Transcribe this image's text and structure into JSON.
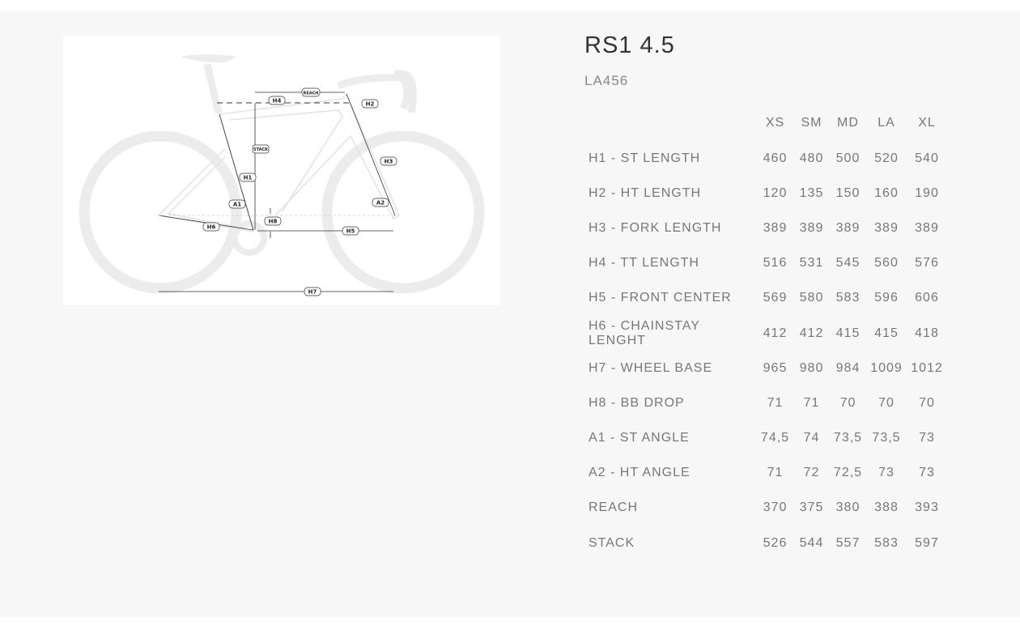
{
  "product": {
    "title": "RS1 4.5",
    "code": "LA456"
  },
  "diagram": {
    "labels": [
      "REACH",
      "H4",
      "H2",
      "STACK",
      "H1",
      "H3",
      "A1",
      "A2",
      "H8",
      "H6",
      "H5",
      "H7"
    ]
  },
  "geometry": {
    "sizes": [
      "XS",
      "SM",
      "MD",
      "LA",
      "XL"
    ],
    "rows": [
      {
        "label": "H1 - ST LENGTH",
        "values": [
          "460",
          "480",
          "500",
          "520",
          "540"
        ]
      },
      {
        "label": "H2 - HT LENGTH",
        "values": [
          "120",
          "135",
          "150",
          "160",
          "190"
        ]
      },
      {
        "label": "H3 - FORK LENGTH",
        "values": [
          "389",
          "389",
          "389",
          "389",
          "389"
        ]
      },
      {
        "label": "H4 - TT LENGTH",
        "values": [
          "516",
          "531",
          "545",
          "560",
          "576"
        ]
      },
      {
        "label": "H5 - FRONT CENTER",
        "values": [
          "569",
          "580",
          "583",
          "596",
          "606"
        ]
      },
      {
        "label": "H6 - CHAINSTAY LENGHT",
        "values": [
          "412",
          "412",
          "415",
          "415",
          "418"
        ]
      },
      {
        "label": "H7 - WHEEL BASE",
        "values": [
          "965",
          "980",
          "984",
          "1009",
          "1012"
        ]
      },
      {
        "label": "H8 - BB DROP",
        "values": [
          "71",
          "71",
          "70",
          "70",
          "70"
        ]
      },
      {
        "label": "A1 - ST ANGLE",
        "values": [
          "74,5",
          "74",
          "73,5",
          "73,5",
          "73"
        ]
      },
      {
        "label": "A2 - HT ANGLE",
        "values": [
          "71",
          "72",
          "72,5",
          "73",
          "73"
        ]
      },
      {
        "label": "REACH",
        "values": [
          "370",
          "375",
          "380",
          "388",
          "393"
        ]
      },
      {
        "label": "STACK",
        "values": [
          "526",
          "544",
          "557",
          "583",
          "597"
        ]
      }
    ]
  }
}
